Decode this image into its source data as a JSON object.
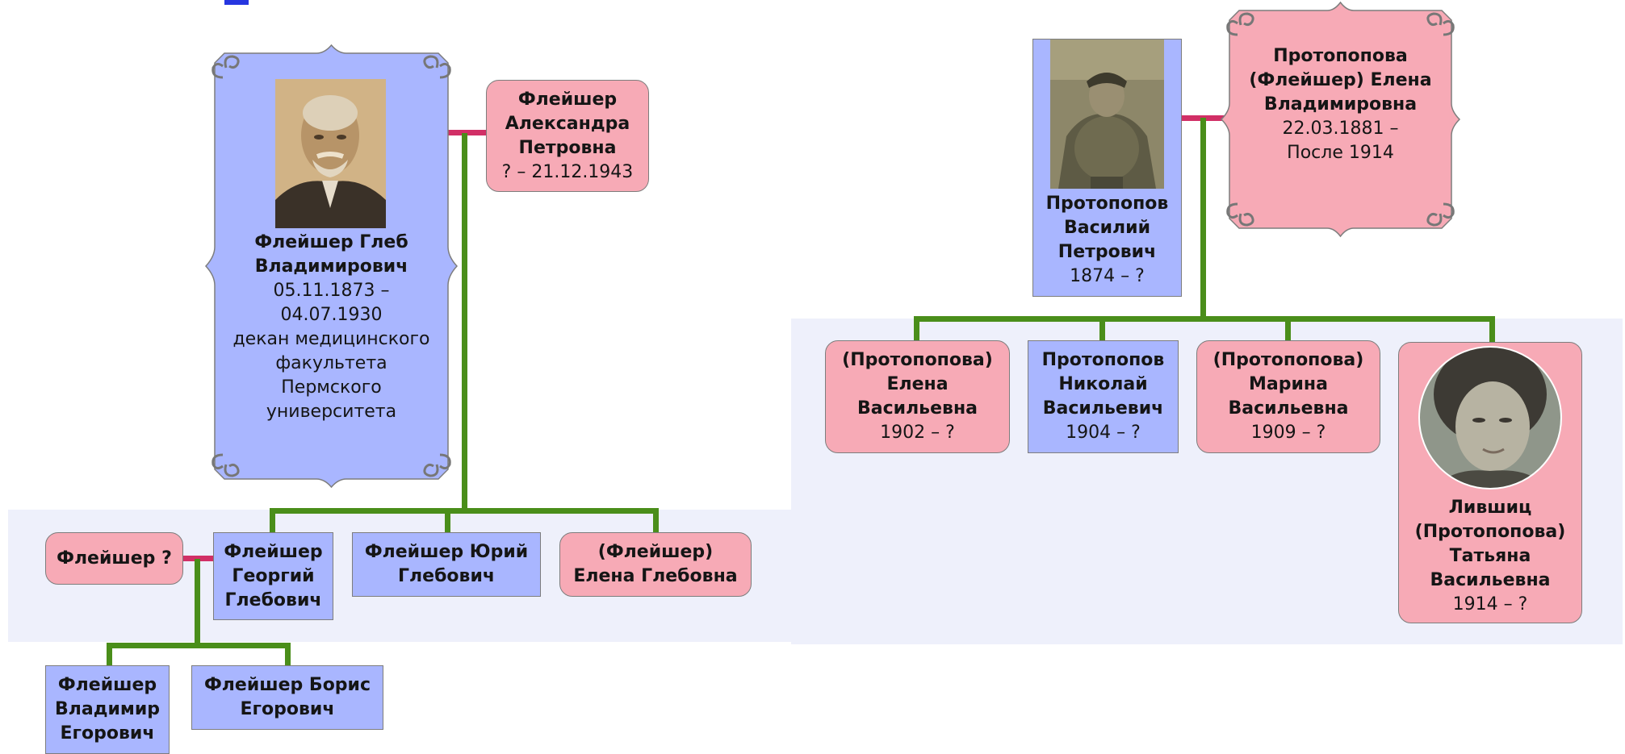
{
  "gleb": {
    "name": "Флейшер Глеб Владимирович",
    "dates": "05.11.1873 – 04.07.1930",
    "note": "декан медицинского факультета Пермского университета"
  },
  "aleksandra": {
    "name": "Флейшер Александра Петровна",
    "dates": "? – 21.12.1943"
  },
  "fleisher_unknown": {
    "name": "Флейшер ?"
  },
  "georgiy": {
    "name": "Флейшер Георгий Глебович"
  },
  "yuriy": {
    "name": "Флейшер Юрий Глебович"
  },
  "elena_g": {
    "name": "(Флейшер) Елена Глебовна"
  },
  "vladimir": {
    "name": "Флейшер Владимир Егорович"
  },
  "boris": {
    "name": "Флейшер Борис Егорович"
  },
  "vasiliy": {
    "name": "Протопопов Василий Петрович",
    "dates": "1874 – ?"
  },
  "elena_v": {
    "name": "Протопопова (Флейшер) Елена Владимировна",
    "dates": "22.03.1881 – После 1914"
  },
  "elena_vas": {
    "name": "(Протопопова) Елена Васильевна",
    "dates": "1902 – ?"
  },
  "nikolay": {
    "name": "Протопопов Николай Васильевич",
    "dates": "1904 – ?"
  },
  "marina": {
    "name": "(Протопопова) Марина Васильевна",
    "dates": "1909 – ?"
  },
  "tatyana": {
    "name": "Лившиц (Протопопова) Татьяна Васильевна",
    "dates": "1914 – ?"
  },
  "colors": {
    "male": "#a9b6ff",
    "female": "#f7aab6",
    "child_line": "#4a8e1a",
    "marriage_line": "#d12f66",
    "band": "#eef0fb"
  }
}
